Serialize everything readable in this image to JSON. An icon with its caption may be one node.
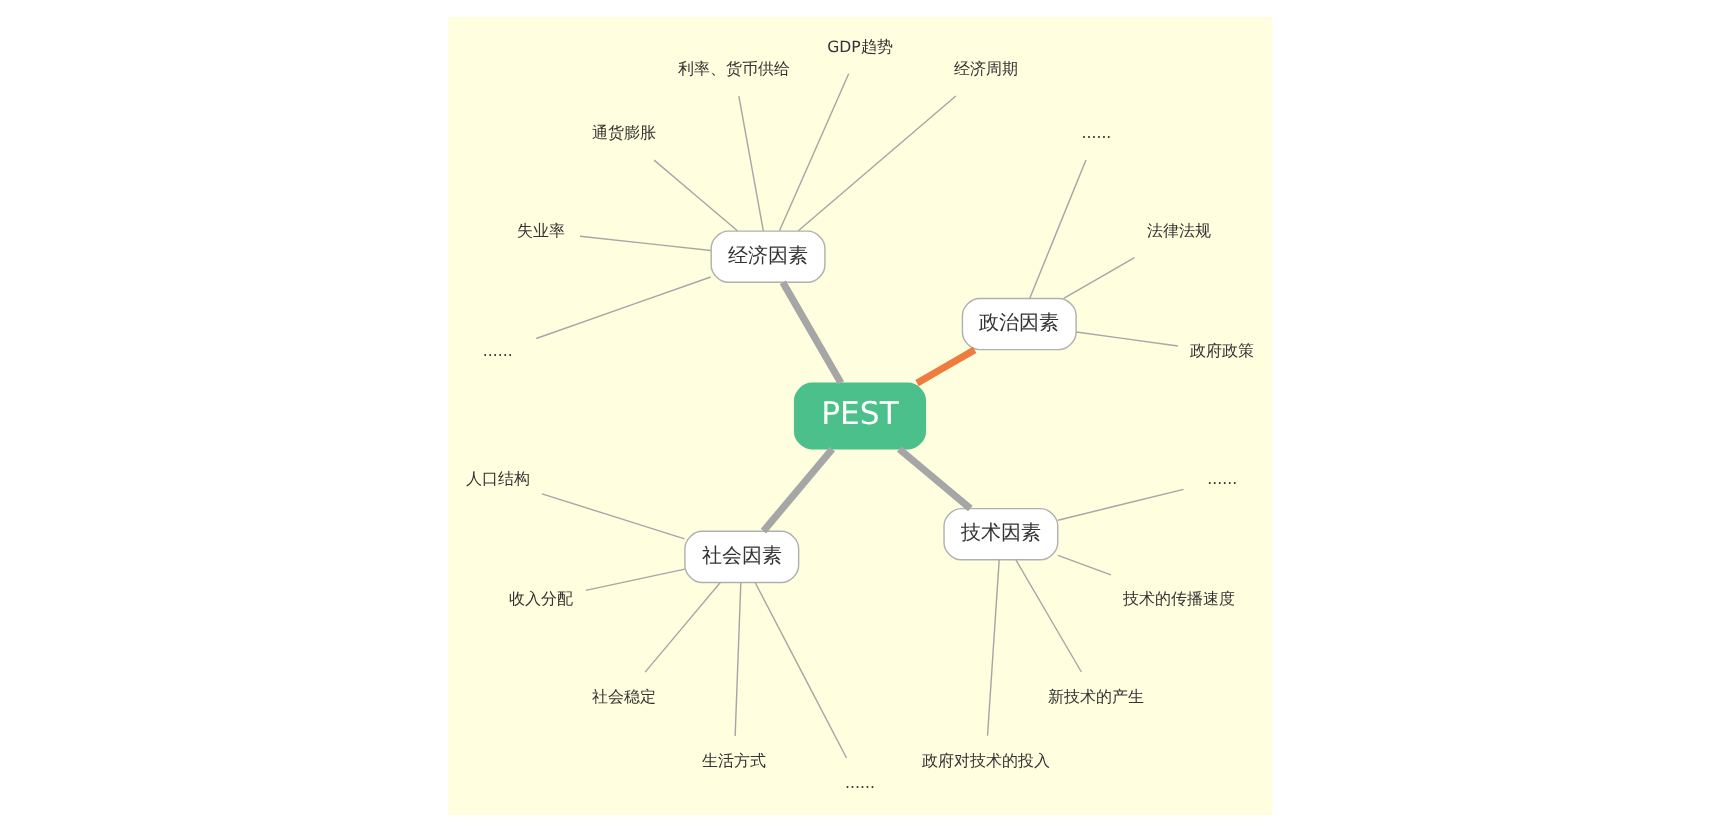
{
  "diagram": {
    "nodes": [
      {
        "text": [
          "PEST"
        ]
      },
      {
        "text": [
          "政治因素"
        ]
      },
      {
        "text": [
          "经济因素"
        ]
      },
      {
        "text": [
          "社会因素"
        ]
      },
      {
        "text": [
          "技术因素"
        ]
      },
      {
        "text": [
          "政府政策"
        ]
      },
      {
        "text": [
          "法律法规"
        ]
      },
      {
        "text": [
          "......"
        ]
      },
      {
        "text": [
          "经济周期"
        ]
      },
      {
        "text": [
          "GDP趋势"
        ]
      },
      {
        "text": [
          "利率、货币供给"
        ]
      },
      {
        "text": [
          "通货膨胀"
        ]
      },
      {
        "text": [
          "失业率"
        ]
      },
      {
        "text": [
          "......"
        ]
      },
      {
        "text": [
          "人口结构"
        ]
      },
      {
        "text": [
          "收入分配"
        ]
      },
      {
        "text": [
          "社会稳定"
        ]
      },
      {
        "text": [
          "生活方式"
        ]
      },
      {
        "text": [
          "......"
        ]
      },
      {
        "text": [
          "政府对技术的投入"
        ]
      },
      {
        "text": [
          "新技术的产生"
        ]
      },
      {
        "text": [
          "技术的传播速度"
        ]
      },
      {
        "text": [
          "......"
        ]
      }
    ],
    "edges": [
      {
        "from": 0,
        "to": 1,
        "arrow": "none",
        "style": "thick",
        "color": "#f07b3f"
      },
      {
        "from": 0,
        "to": 2,
        "arrow": "none",
        "style": "thick"
      },
      {
        "from": 0,
        "to": 3,
        "arrow": "none",
        "style": "thick"
      },
      {
        "from": 0,
        "to": 4,
        "arrow": "none",
        "style": "thick"
      },
      {
        "from": 1,
        "to": 5,
        "arrow": "none"
      },
      {
        "from": 1,
        "to": 6,
        "arrow": "none"
      },
      {
        "from": 1,
        "to": 7,
        "arrow": "none"
      },
      {
        "from": 2,
        "to": 8,
        "arrow": "none"
      },
      {
        "from": 2,
        "to": 9,
        "arrow": "none"
      },
      {
        "from": 2,
        "to": 10,
        "arrow": "none"
      },
      {
        "from": 2,
        "to": 11,
        "arrow": "none"
      },
      {
        "from": 2,
        "to": 12,
        "arrow": "none"
      },
      {
        "from": 2,
        "to": 13,
        "arrow": "none"
      },
      {
        "from": 3,
        "to": 14,
        "arrow": "none"
      },
      {
        "from": 3,
        "to": 15,
        "arrow": "none"
      },
      {
        "from": 3,
        "to": 16,
        "arrow": "none"
      },
      {
        "from": 3,
        "to": 17,
        "arrow": "none"
      },
      {
        "from": 3,
        "to": 18,
        "arrow": "none"
      },
      {
        "from": 4,
        "to": 19,
        "arrow": "none"
      },
      {
        "from": 4,
        "to": 20,
        "arrow": "none"
      },
      {
        "from": 4,
        "to": 21,
        "arrow": "none"
      },
      {
        "from": 4,
        "to": 22,
        "arrow": "none"
      }
    ]
  }
}
